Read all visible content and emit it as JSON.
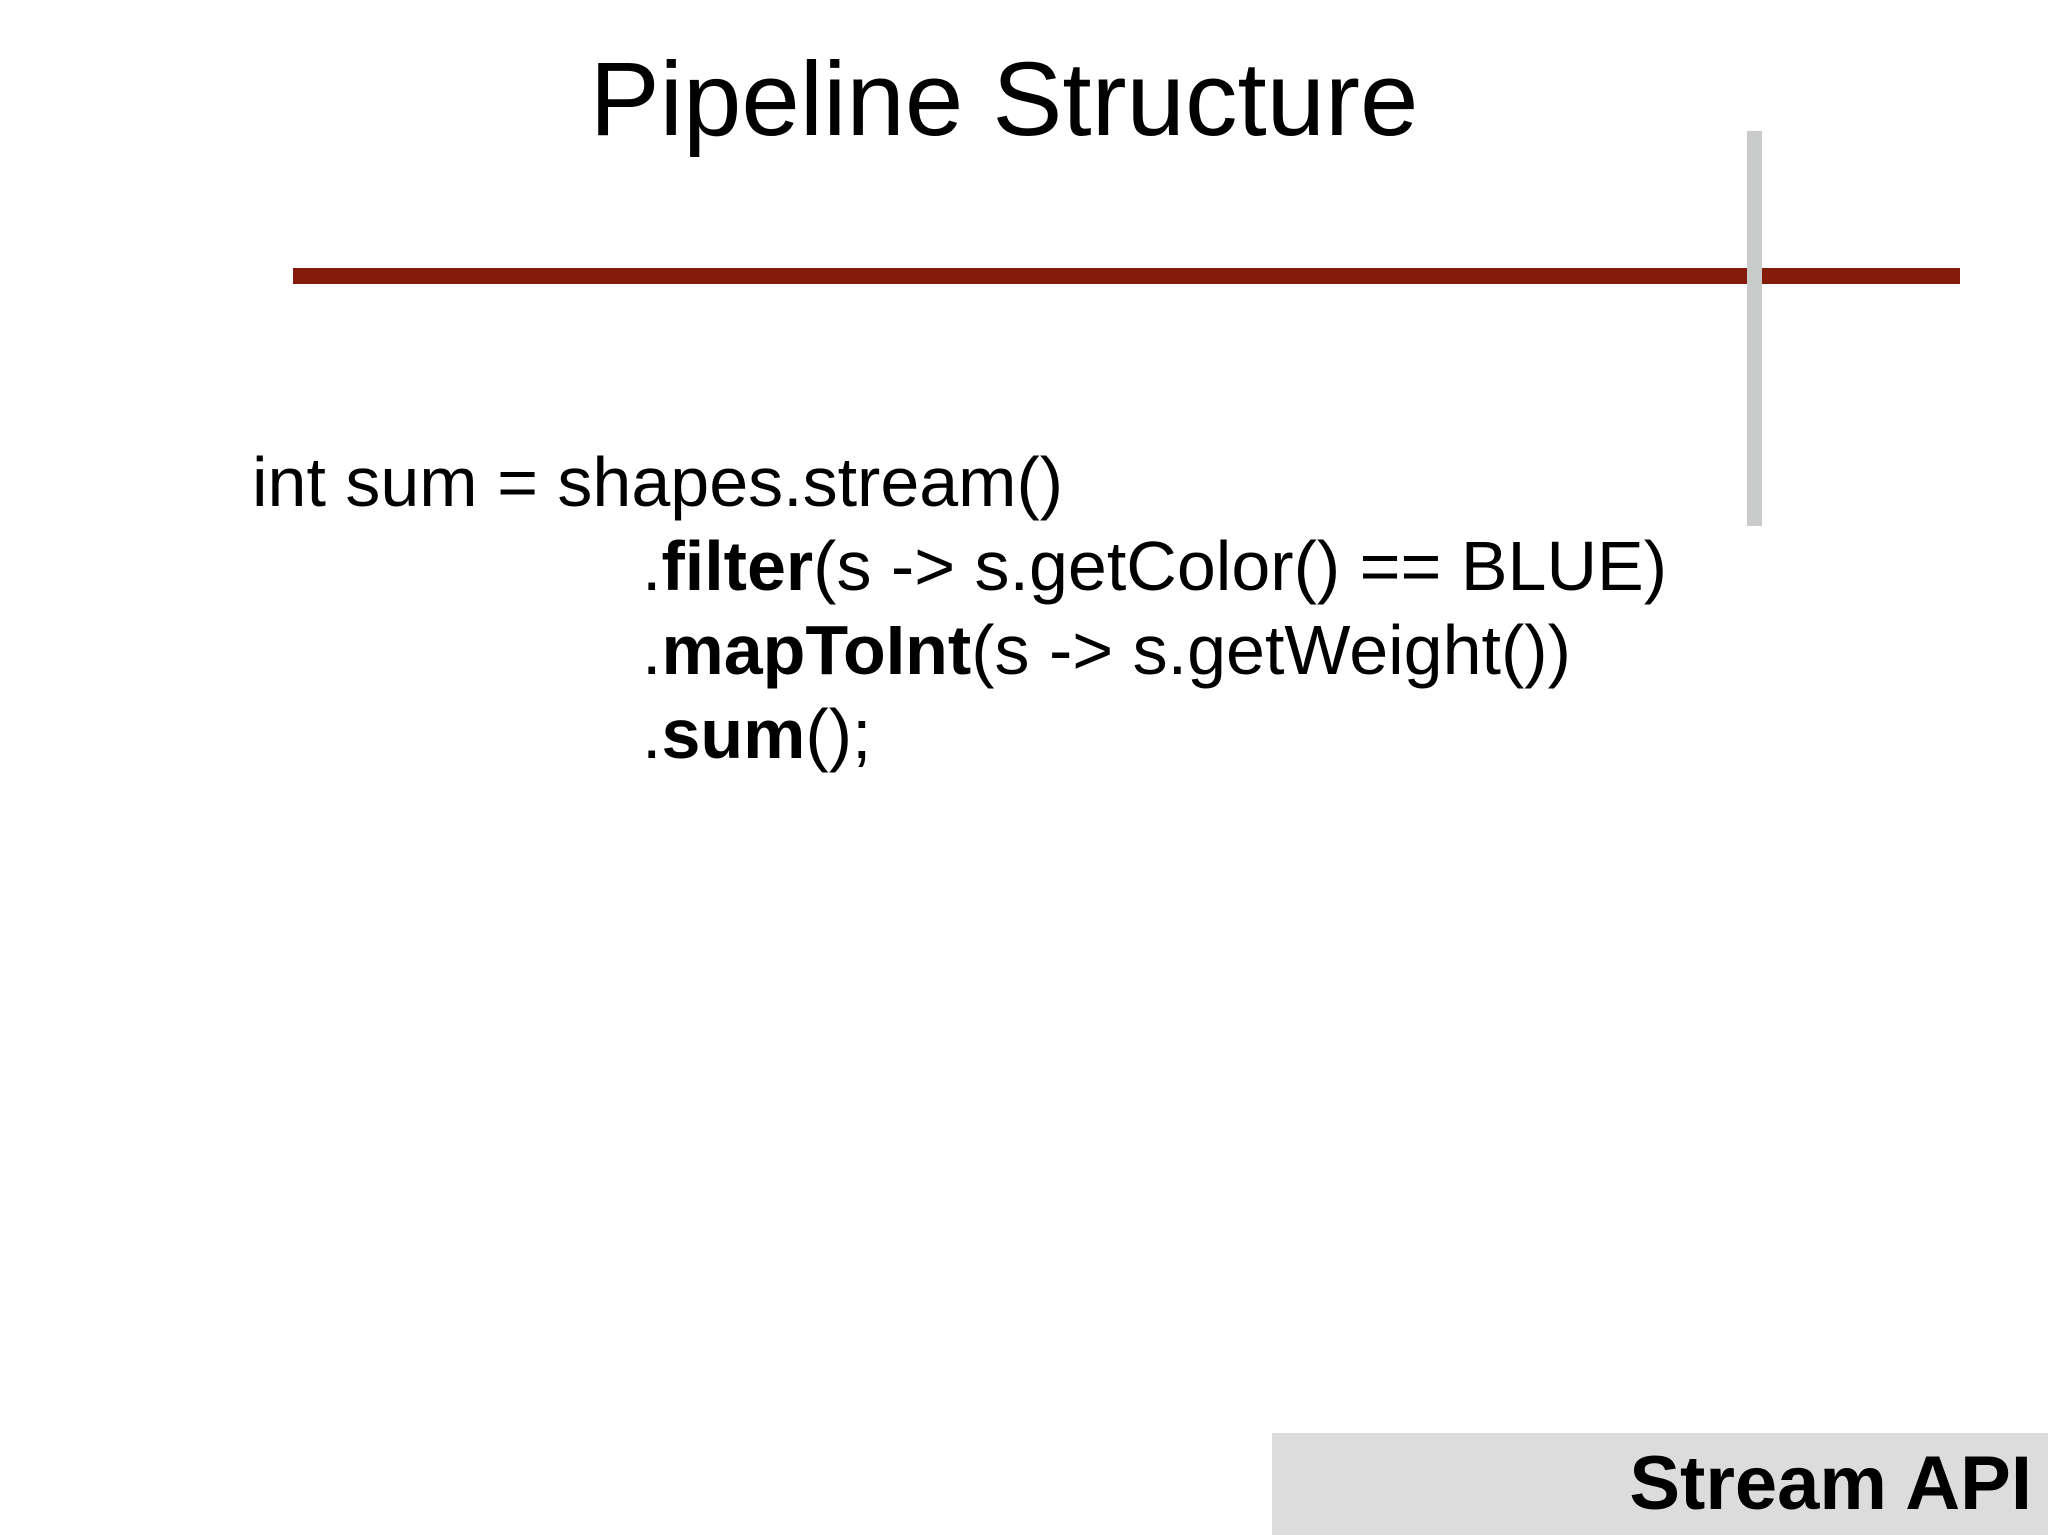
{
  "slide": {
    "title": "Pipeline Structure",
    "code": {
      "line1": "int sum = shapes.stream()",
      "line2": {
        "prefix": ".",
        "method": "filter",
        "args": "(s -> s.getColor() == BLUE)"
      },
      "line3": {
        "prefix": ".",
        "method": "mapToInt",
        "args": "(s -> s.getWeight())"
      },
      "line4": {
        "prefix": ".",
        "method": "sum",
        "args": "();"
      }
    },
    "footer": {
      "label": "Stream API"
    },
    "colors": {
      "divider_red": "#851B0B",
      "vertical_bar_gray": "#C9CACA",
      "footer_bar_gray": "#DCDCDC"
    }
  }
}
